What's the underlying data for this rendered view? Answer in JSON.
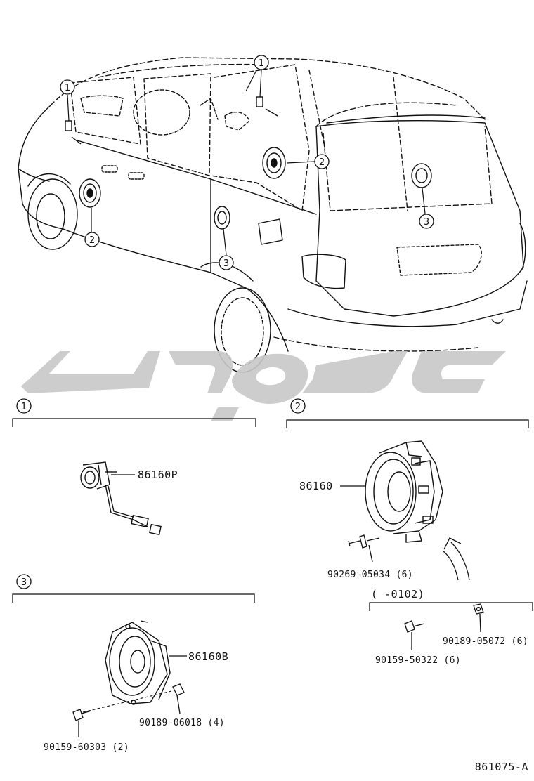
{
  "diagram": {
    "callouts": [
      "1",
      "2",
      "3"
    ],
    "watermark": "تویوتا",
    "sections": [
      {
        "marker": "1",
        "parts": [
          {
            "number": "86160P"
          }
        ]
      },
      {
        "marker": "2",
        "parts": [
          {
            "number": "86160"
          },
          {
            "number": "90269-05034 (6)"
          }
        ],
        "subsection": {
          "range": "(        -0102)",
          "parts": [
            {
              "number": "90189-05072 (6)"
            },
            {
              "number": "90159-50322 (6)"
            }
          ]
        }
      },
      {
        "marker": "3",
        "parts": [
          {
            "number": "86160B"
          },
          {
            "number": "90189-06018 (4)"
          },
          {
            "number": "90159-60303 (2)"
          }
        ]
      }
    ],
    "figure_id": "861075-A"
  },
  "colors": {
    "line": "#111111",
    "watermark": "#c8c8c8"
  }
}
